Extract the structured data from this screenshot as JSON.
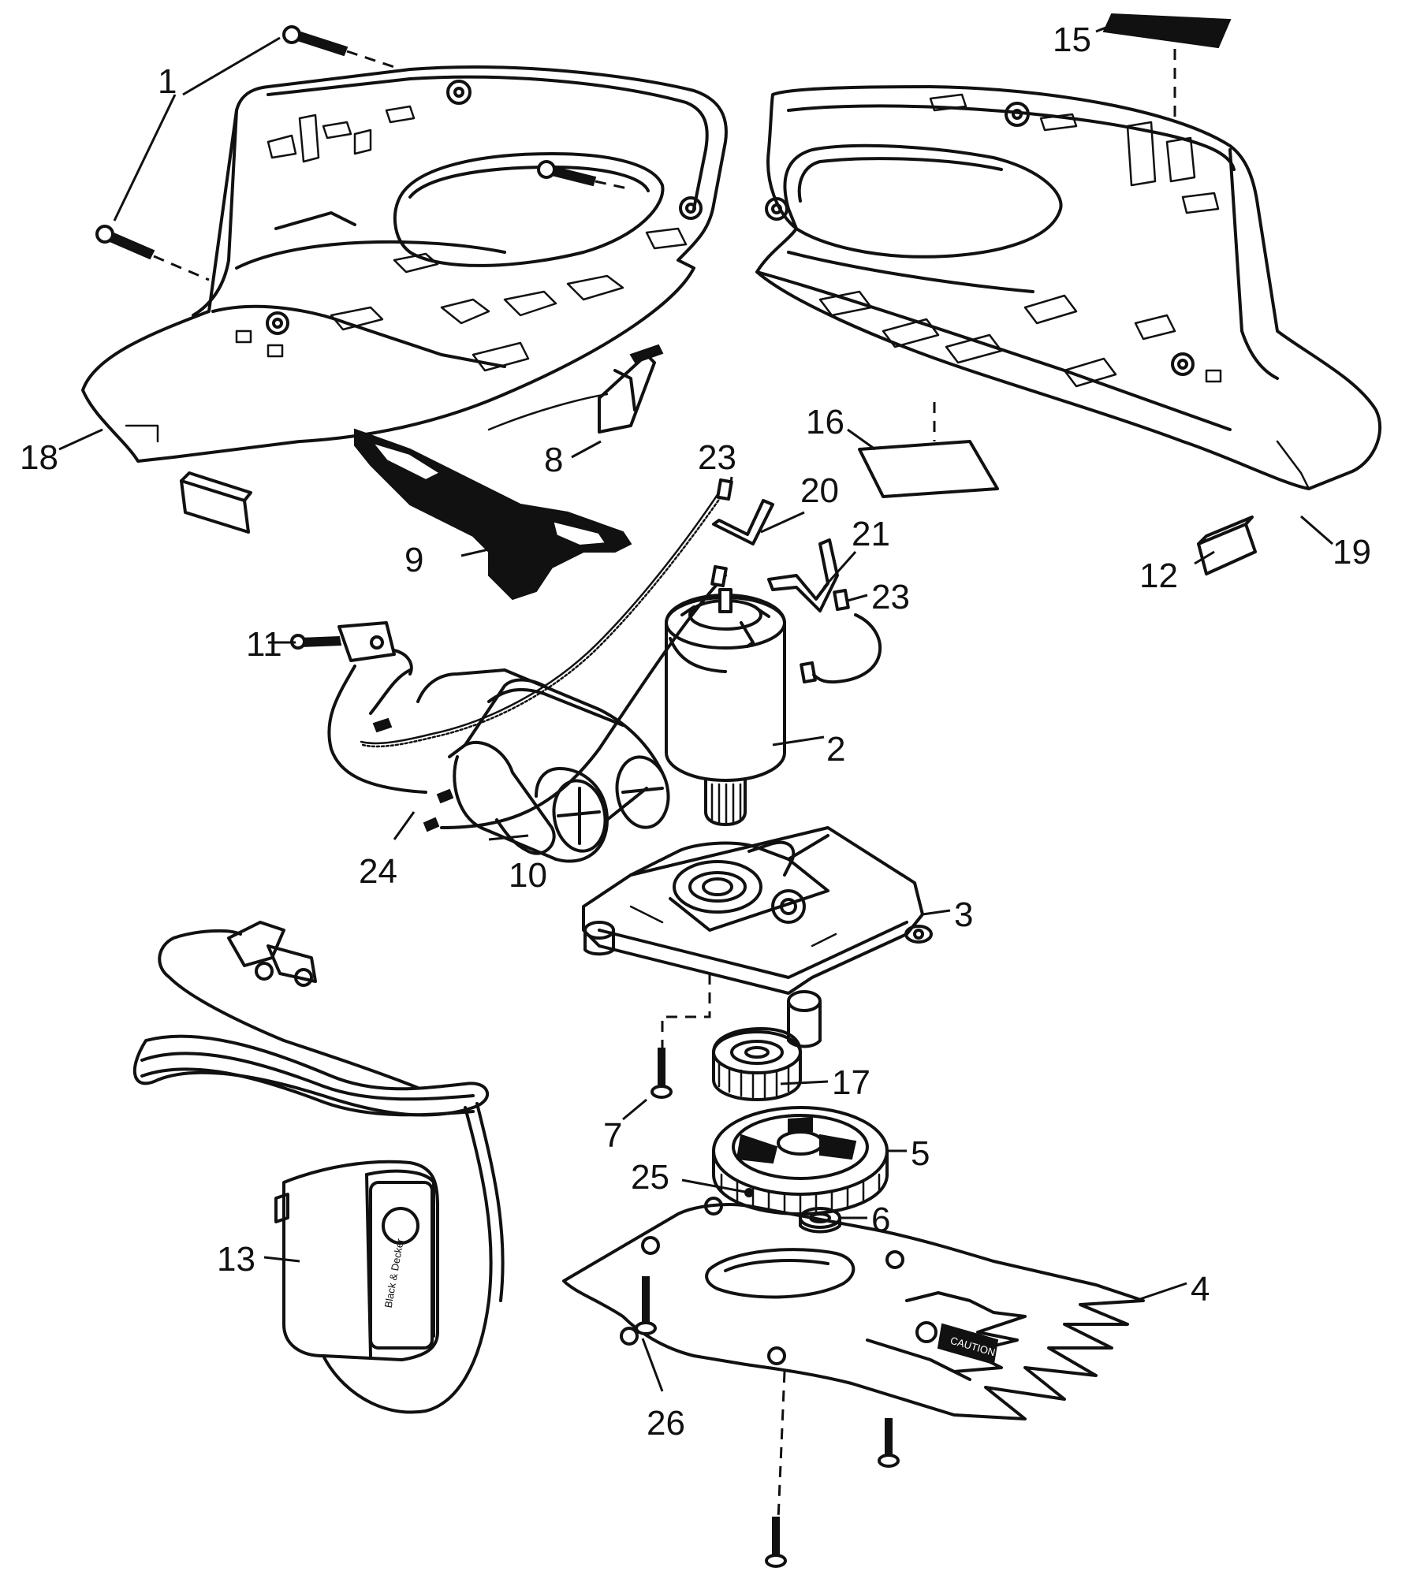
{
  "diagram": {
    "type": "exploded-parts-view",
    "labels": {
      "l1": "1",
      "l2": "2",
      "l3": "3",
      "l4": "4",
      "l5": "5",
      "l6": "6",
      "l7": "7",
      "l8": "8",
      "l9": "9",
      "l10": "10",
      "l11": "11",
      "l12": "12",
      "l13": "13",
      "l15": "15",
      "l16": "16",
      "l17": "17",
      "l18": "18",
      "l19": "19",
      "l20": "20",
      "l21": "21",
      "l23a": "23",
      "l23b": "23",
      "l24": "24",
      "l25": "25",
      "l26": "26"
    },
    "blade_text": "CAUTION",
    "charger_brand_text": "Black & Decker"
  }
}
